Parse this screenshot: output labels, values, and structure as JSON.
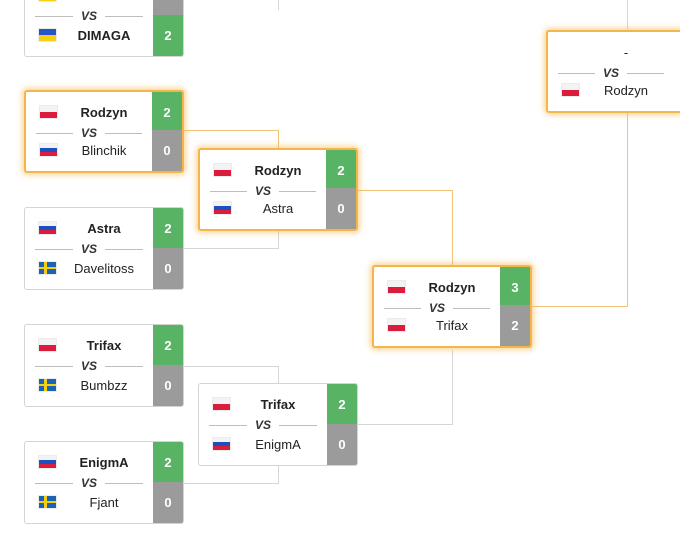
{
  "vs_label": "VS",
  "matches": [
    {
      "id": "m0",
      "team1": {
        "name": "",
        "flag": "ua",
        "score": "",
        "winner": false
      },
      "team2": {
        "name": "DIMAGA",
        "flag": "ua",
        "score": "2",
        "winner": true
      },
      "highlight": false
    },
    {
      "id": "m1",
      "team1": {
        "name": "Rodzyn",
        "flag": "pl",
        "score": "2",
        "winner": true
      },
      "team2": {
        "name": "Blinchik",
        "flag": "ru",
        "score": "0",
        "winner": false
      },
      "highlight": true
    },
    {
      "id": "m2",
      "team1": {
        "name": "Astra",
        "flag": "ru",
        "score": "2",
        "winner": true
      },
      "team2": {
        "name": "Davelitoss",
        "flag": "se",
        "score": "0",
        "winner": false
      },
      "highlight": false
    },
    {
      "id": "m3",
      "team1": {
        "name": "Trifax",
        "flag": "pl",
        "score": "2",
        "winner": true
      },
      "team2": {
        "name": "Bumbzz",
        "flag": "se",
        "score": "0",
        "winner": false
      },
      "highlight": false
    },
    {
      "id": "m4",
      "team1": {
        "name": "EnigmA",
        "flag": "ru",
        "score": "2",
        "winner": true
      },
      "team2": {
        "name": "Fjant",
        "flag": "se",
        "score": "0",
        "winner": false
      },
      "highlight": false
    },
    {
      "id": "m5",
      "team1": {
        "name": "Rodzyn",
        "flag": "pl",
        "score": "2",
        "winner": true
      },
      "team2": {
        "name": "Astra",
        "flag": "ru",
        "score": "0",
        "winner": false
      },
      "highlight": true
    },
    {
      "id": "m6",
      "team1": {
        "name": "Trifax",
        "flag": "pl",
        "score": "2",
        "winner": true
      },
      "team2": {
        "name": "EnigmA",
        "flag": "ru",
        "score": "0",
        "winner": false
      },
      "highlight": false
    },
    {
      "id": "m7",
      "team1": {
        "name": "Rodzyn",
        "flag": "pl",
        "score": "3",
        "winner": true
      },
      "team2": {
        "name": "Trifax",
        "flag": "pl",
        "score": "2",
        "winner": false
      },
      "highlight": true
    },
    {
      "id": "m8",
      "team1": {
        "name": "-",
        "flag": "",
        "score": "",
        "winner": false
      },
      "team2": {
        "name": "Rodzyn",
        "flag": "pl",
        "score": "",
        "winner": false
      },
      "highlight": true
    }
  ]
}
